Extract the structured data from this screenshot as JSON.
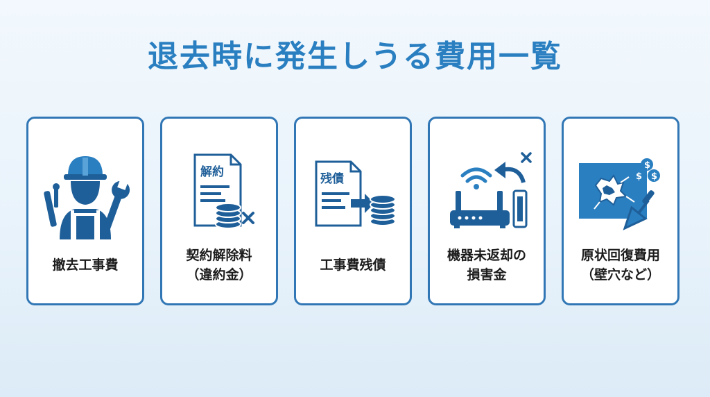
{
  "title": "退去時に発生しうる費用一覧",
  "cards": [
    {
      "label_line1": "撤去工事費",
      "label_line2": "",
      "icon": "construction-worker-wrench-icon"
    },
    {
      "label_line1": "契約解除料",
      "label_line2": "（違約金）",
      "icon": "contract-document-coins-icon",
      "doc_text": "解約"
    },
    {
      "label_line1": "工事費残債",
      "label_line2": "",
      "icon": "debt-document-coins-icon",
      "doc_text": "残債"
    },
    {
      "label_line1": "機器未返却の",
      "label_line2": "損害金",
      "icon": "router-return-icon"
    },
    {
      "label_line1": "原状回復費用",
      "label_line2": "（壁穴など）",
      "icon": "wall-hole-repair-icon",
      "coin_symbol": "$"
    }
  ],
  "colors": {
    "accent": "#2a7fc1",
    "icon_blue": "#1f5f99",
    "card_border": "#3177b5"
  }
}
